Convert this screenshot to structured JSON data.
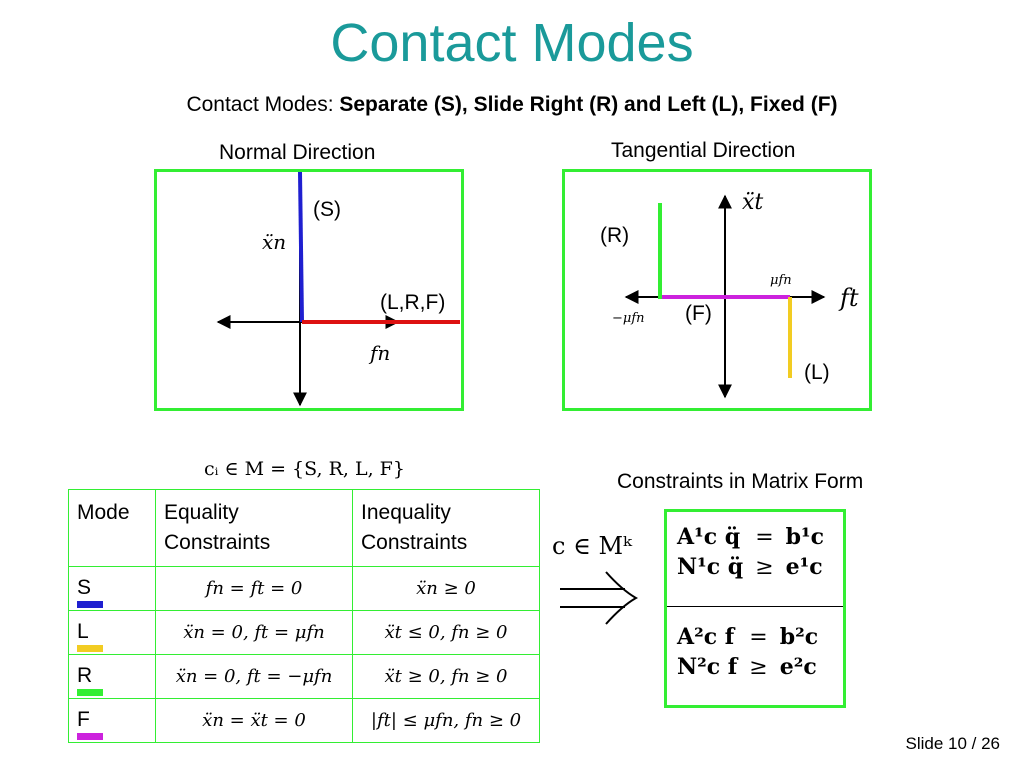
{
  "slide": {
    "title": "Contact Modes",
    "subtitle_prefix": "Contact Modes: ",
    "subtitle_bold": "Separate (S), Slide Right (R) and Left (L), Fixed  (F)",
    "slide_number": "Slide 10 / 26"
  },
  "normal_panel": {
    "caption": "Normal Direction",
    "label_s": "(S)",
    "label_lrf": "(L,R,F)",
    "axis_y": "ẍn",
    "axis_x": "fn"
  },
  "tangential_panel": {
    "caption": "Tangential Direction",
    "label_r": "(R)",
    "label_f": "(F)",
    "label_l": "(L)",
    "axis_y": "ẍt",
    "axis_x": "ft",
    "mu_fn": "μfn",
    "neg_mu_fn": "−μfn"
  },
  "colors": {
    "accent": "#1a9a9a",
    "box_border": "#33ee33",
    "s_blue": "#1f1fd0",
    "lrf_red": "#dd1111",
    "r_green": "#33ee33",
    "l_yellow": "#f2cc22",
    "f_magenta": "#cc22dd"
  },
  "set_expr": "cᵢ ∈ M = {S, R, L, F}",
  "table": {
    "headers": [
      "Mode",
      "Equality Constraints",
      "Inequality Constraints"
    ],
    "header_lines": {
      "mode": "Mode",
      "eq1": "Equality",
      "eq2": "Constraints",
      "ineq1": "Inequality",
      "ineq2": "Constraints"
    },
    "rows": [
      {
        "mode": "S",
        "swatch": "#1f1fd0",
        "equality": "fn = ft = 0",
        "inequality": "ẍn ≥ 0"
      },
      {
        "mode": "L",
        "swatch": "#f2cc22",
        "equality": "ẍn = 0, ft = μfn",
        "inequality": "ẍt ≤ 0, fn ≥ 0"
      },
      {
        "mode": "R",
        "swatch": "#33ee33",
        "equality": "ẍn = 0, ft = −μfn",
        "inequality": "ẍt ≥ 0, fn ≥ 0"
      },
      {
        "mode": "F",
        "swatch": "#cc22dd",
        "equality": "ẍn = ẍt = 0",
        "inequality": "|ft| ≤ μfn, fn ≥ 0"
      }
    ]
  },
  "matrix": {
    "caption": "Constraints in Matrix Form",
    "c_expr": "c ∈ Mᵏ",
    "implies": "⇒",
    "rows_top": [
      {
        "lhs": "A¹c q̈",
        "op": "=",
        "rhs": "b¹c"
      },
      {
        "lhs": "N¹c q̈",
        "op": "≥",
        "rhs": "e¹c"
      }
    ],
    "rows_bottom": [
      {
        "lhs": "A²c f",
        "op": "=",
        "rhs": "b²c"
      },
      {
        "lhs": "N²c f",
        "op": "≥",
        "rhs": "e²c"
      }
    ]
  }
}
